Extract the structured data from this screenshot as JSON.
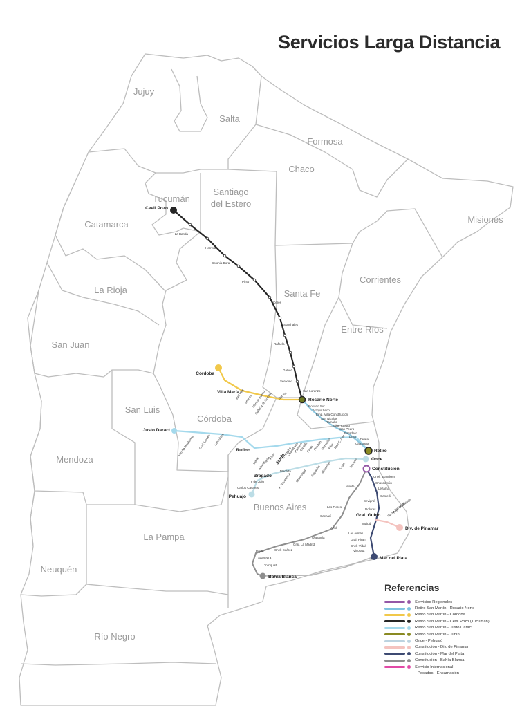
{
  "title": "Servicios Larga Distancia",
  "provinces": [
    {
      "id": "jujuy",
      "name": "Jujuy",
      "lines": [
        "Jujuy"
      ]
    },
    {
      "id": "salta",
      "name": "Salta",
      "lines": [
        "Salta"
      ]
    },
    {
      "id": "formosa",
      "name": "Formosa",
      "lines": [
        "Formosa"
      ]
    },
    {
      "id": "chaco",
      "name": "Chaco",
      "lines": [
        "Chaco"
      ]
    },
    {
      "id": "tucuman",
      "name": "Tucumán",
      "lines": [
        "Tucumán"
      ]
    },
    {
      "id": "santiago",
      "name": "Santiago del Estero",
      "lines": [
        "Santiago",
        "del Estero"
      ]
    },
    {
      "id": "catamarca",
      "name": "Catamarca",
      "lines": [
        "Catamarca"
      ]
    },
    {
      "id": "misiones",
      "name": "Misiones",
      "lines": [
        "Misiones"
      ]
    },
    {
      "id": "corrientes",
      "name": "Corrientes",
      "lines": [
        "Corrientes"
      ]
    },
    {
      "id": "la-rioja",
      "name": "La Rioja",
      "lines": [
        "La Rioja"
      ]
    },
    {
      "id": "santa-fe",
      "name": "Santa Fe",
      "lines": [
        "Santa Fe"
      ]
    },
    {
      "id": "entre-rios",
      "name": "Entre Ríos",
      "lines": [
        "Entre Ríos"
      ]
    },
    {
      "id": "san-juan",
      "name": "San Juan",
      "lines": [
        "San Juan"
      ]
    },
    {
      "id": "san-luis",
      "name": "San Luis",
      "lines": [
        "San Luis"
      ]
    },
    {
      "id": "cordoba",
      "name": "Córdoba",
      "lines": [
        "Córdoba"
      ]
    },
    {
      "id": "mendoza",
      "name": "Mendoza",
      "lines": [
        "Mendoza"
      ]
    },
    {
      "id": "buenos-aires",
      "name": "Buenos Aires",
      "lines": [
        "Buenos Aires"
      ]
    },
    {
      "id": "la-pampa",
      "name": "La Pampa",
      "lines": [
        "La Pampa"
      ]
    },
    {
      "id": "neuquen",
      "name": "Neuquén",
      "lines": [
        "Neuquén"
      ]
    },
    {
      "id": "rio-negro",
      "name": "Río Negro",
      "lines": [
        "Río Negro"
      ]
    }
  ],
  "routes": [
    {
      "id": "tucuman",
      "color": "#262626",
      "name": "Retiro San Martín - Cevil Pozo (Tucumán)",
      "stations": [
        "Cevil Pozo",
        "La Banda",
        "Herrera",
        "Colonia Dora",
        "Pinto",
        "Ceres",
        "Sunchales",
        "Rafaela",
        "Gálvez",
        "Serodino",
        "San Lorenzo"
      ]
    },
    {
      "id": "rosario",
      "color": "#8fc8e0",
      "name": "Retiro San Martín - Rosario Norte",
      "stations": [
        "Rosario Norte",
        "Rosario Sur",
        "Arroyo Seco",
        "Emp. Villa Constitución",
        "San Nicolás",
        "Ramallo",
        "Sdor. Castro",
        "San Pedro",
        "Baradero",
        "Lima",
        "Zárate",
        "Campana",
        "Retiro"
      ]
    },
    {
      "id": "cordoba",
      "color": "#f1c84a",
      "name": "Retiro San Martín - Córdoba",
      "stations": [
        "Córdoba",
        "Villa María",
        "Bell Ville",
        "Leones",
        "Marcos Juárez",
        "Cañada de Gómez",
        "Correa"
      ]
    },
    {
      "id": "justo-daract",
      "color": "#a4d9ec",
      "name": "Retiro San Martín - Justo Daract",
      "stations": [
        "Justo Daract",
        "Vicuña Mackenna",
        "Gral. Levalle",
        "Laboulaye",
        "Rufino",
        "Iriarte",
        "Alberdi",
        "Vedia",
        "Alem",
        "Junín",
        "O'Higgins",
        "Chacabuco",
        "Rawson",
        "Castilla",
        "Rivas",
        "Franklin",
        "Mercedes",
        "Pilar",
        "José C. Paz"
      ]
    },
    {
      "id": "pehuajo",
      "color": "#bcdde6",
      "name": "Once - Pehuajó",
      "stations": [
        "Once",
        "Pehuajó",
        "Carlos Casares",
        "9 de Julio",
        "Bragado",
        "Mechita",
        "A. Vacarezza",
        "Olascoaga",
        "Suipacha",
        "Mercedes",
        "Luján",
        "Moreno"
      ]
    },
    {
      "id": "mar-del-plata",
      "color": "#3d4a72",
      "name": "Constitución - Mar del Plata",
      "stations": [
        "Constitución",
        "Cnel. Brandsen",
        "Chascomús",
        "Lezama",
        "Castelli",
        "Sevigné",
        "Dolores",
        "Gral. Guido",
        "Maipú",
        "Las Armas",
        "Gral. Piran",
        "Cnel. Vidal",
        "Vivoratá",
        "Mar del Plata"
      ]
    },
    {
      "id": "pinamar",
      "color": "#f4c3bf",
      "name": "Constitución - Div. de Pinamar",
      "stations": [
        "Santo Domingo",
        "Gral. Madariaga",
        "Div. de Pinamar"
      ]
    },
    {
      "id": "bahia-blanca",
      "color": "#8e8e8e",
      "name": "Constitución - Bahía Blanca",
      "stations": [
        "Monte",
        "Las Flores",
        "Cacharí",
        "Azul",
        "Olavarría",
        "Gral. La Madrid",
        "Cnel. Suárez",
        "Pigüé",
        "Saavedra",
        "Tornquist",
        "Bahía Blanca"
      ]
    }
  ],
  "references": {
    "title": "Referencias",
    "items": [
      {
        "label": "Servicios Regionales",
        "color": "#9457a6"
      },
      {
        "label": "Retiro San Martín - Rosario Norte",
        "color": "#7ec3e0"
      },
      {
        "label": "Retiro San Martín - Córdoba",
        "color": "#f1c84a"
      },
      {
        "label": "Retiro San Martín - Cevil Pozo (Tucumán)",
        "color": "#262626"
      },
      {
        "label": "Retiro San Martín - Justo Daract",
        "color": "#a4d9ec"
      },
      {
        "label": "Retiro San Martín - Junín",
        "color": "#8a8a22"
      },
      {
        "label": "Once - Pehuajó",
        "color": "#bcd3e0"
      },
      {
        "label": "Constitución - Div. de Pinamar",
        "color": "#f4c3bf"
      },
      {
        "label": "Constitución - Mar del Plata",
        "color": "#3d4a72"
      },
      {
        "label": "Constitución - Bahía Blanca",
        "color": "#8e8e8e"
      },
      {
        "label": "Servicio Internacional",
        "color": "#e14aa6"
      }
    ],
    "extra": "Posadas - Encarnación"
  }
}
